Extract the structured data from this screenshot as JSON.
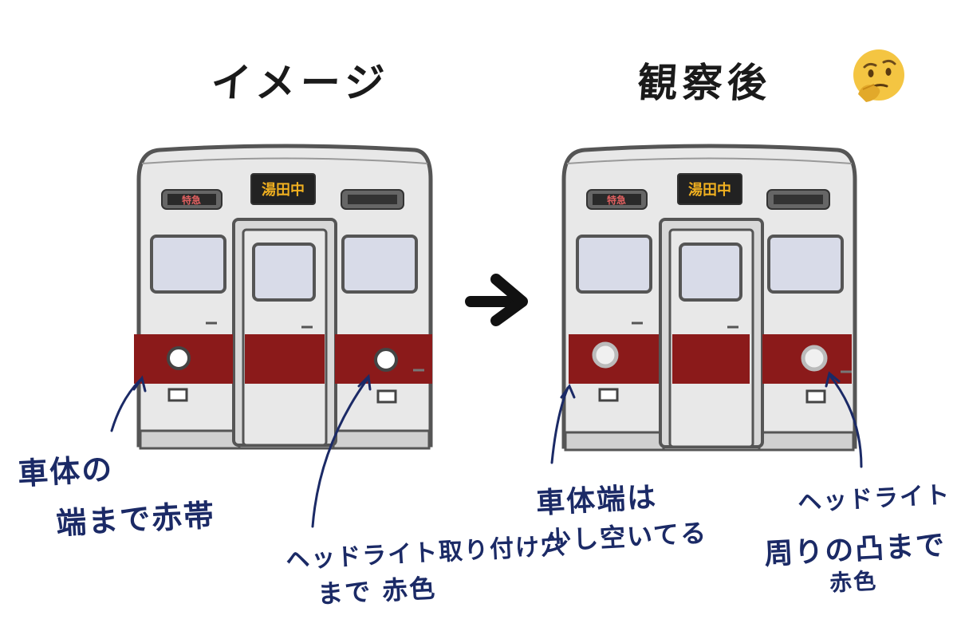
{
  "titles": {
    "before": "イメージ",
    "after": "観察後"
  },
  "thinking_face_icon": "thinking-face",
  "train": {
    "type_label": "特急",
    "destination": "湯田中",
    "body_color": "#e8e8e8",
    "stripe_color": "#8b1a1a",
    "window_color": "#d8dbe8",
    "outline_color": "#555555"
  },
  "annotations": {
    "before_left": [
      "車体の",
      "端まで赤帯"
    ],
    "before_right": [
      "ヘッドライト取り付け穴",
      "まで 赤色"
    ],
    "after_left": [
      "車体端は",
      "少し空いてる"
    ],
    "after_right": [
      "ヘッドライト",
      "周りの凸まで",
      "赤色"
    ]
  },
  "colors": {
    "ink": "#1b2a66",
    "arrow": "#111111"
  }
}
